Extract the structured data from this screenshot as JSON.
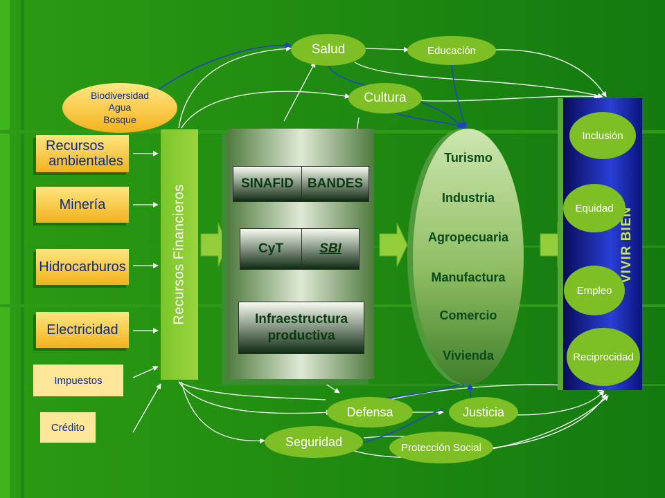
{
  "sources": {
    "biodiversity": [
      "Biodiversidad",
      "Agua",
      "Bosque"
    ],
    "ambientales": [
      "Recursos",
      "ambientales"
    ],
    "mineria": "Minería",
    "hidrocarburos": "Hidrocarburos",
    "electricidad": "Electricidad",
    "impuestos": "Impuestos",
    "credito": "Crédito"
  },
  "financial_bar": "Recursos Financieros",
  "center": {
    "sinafid": "SINAFID",
    "bandes": "BANDES",
    "cyt": "CyT",
    "sbi": "SBI",
    "infra": [
      "Infraestructura",
      "productiva"
    ]
  },
  "sectors": [
    "Turismo",
    "Industria",
    "Agropecuaria",
    "Manufactura",
    "Comercio",
    "Vivienda"
  ],
  "social_top": {
    "salud": "Salud",
    "educacion": "Educación",
    "cultura": "Cultura"
  },
  "social_bottom": {
    "defensa": "Defensa",
    "justicia": "Justicia",
    "seguridad": "Seguridad",
    "proteccion": "Protección Social"
  },
  "vivir": {
    "title": "VIVIR BIEN",
    "items": [
      "Inclusión",
      "Equidad",
      "Empleo",
      "Reciprocidad"
    ]
  },
  "colors": {
    "background": "#1a7f10",
    "ellipse": "#7ebf25",
    "source_box": "#f3b21d",
    "vivir_panel": "#1a2bb0",
    "connector_blue": "#1e3fd0"
  }
}
